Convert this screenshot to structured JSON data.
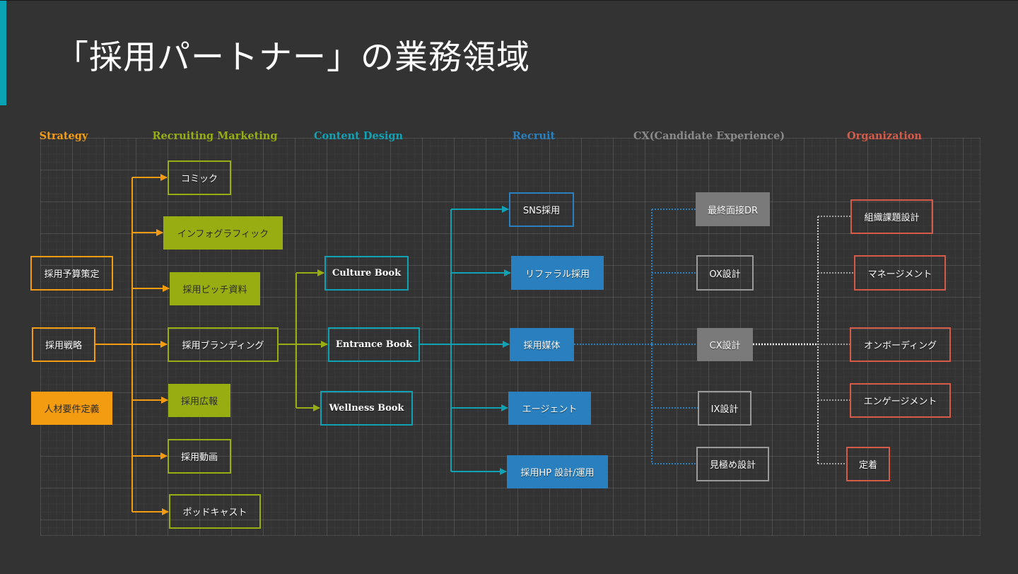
{
  "title": "「採用パートナー」の業務領域",
  "colors": {
    "accent_bar": "#0aa3b5",
    "strategy": "#f39c12",
    "marketing": "#97ad12",
    "content": "#0ea2b4",
    "recruit": "#2a80bf",
    "cx": "#8a8a8a",
    "organization": "#d65a48"
  },
  "columns": [
    {
      "id": "strategy",
      "label": "Strategy"
    },
    {
      "id": "marketing",
      "label": "Recruiting Marketing"
    },
    {
      "id": "content",
      "label": "Content Design"
    },
    {
      "id": "recruit",
      "label": "Recruit"
    },
    {
      "id": "cx",
      "label": "CX(Candidate Experience)"
    },
    {
      "id": "organization",
      "label": "Organization"
    }
  ],
  "nodes": {
    "strategy": [
      {
        "label": "採用予算策定",
        "style": "outline"
      },
      {
        "label": "採用戦略",
        "style": "outline"
      },
      {
        "label": "人材要件定義",
        "style": "filled"
      }
    ],
    "marketing": [
      {
        "label": "コミック",
        "style": "outline"
      },
      {
        "label": "インフォグラフィック",
        "style": "filled"
      },
      {
        "label": "採用ピッチ資料",
        "style": "filled"
      },
      {
        "label": "採用ブランディング",
        "style": "outline"
      },
      {
        "label": "採用広報",
        "style": "filled"
      },
      {
        "label": "採用動画",
        "style": "outline"
      },
      {
        "label": "ポッドキャスト",
        "style": "outline"
      }
    ],
    "content": [
      {
        "label": "Culture Book",
        "style": "outline"
      },
      {
        "label": "Entrance Book",
        "style": "outline"
      },
      {
        "label": "Wellness Book",
        "style": "outline"
      }
    ],
    "recruit": [
      {
        "label": "SNS採用",
        "style": "outline"
      },
      {
        "label": "リファラル採用",
        "style": "filled"
      },
      {
        "label": "採用媒体",
        "style": "filled"
      },
      {
        "label": "エージェント",
        "style": "filled"
      },
      {
        "label": "採用HP 設計/運用",
        "style": "filled"
      }
    ],
    "cx": [
      {
        "label": "最終面接DR",
        "style": "filled"
      },
      {
        "label": "OX設計",
        "style": "outline"
      },
      {
        "label": "CX設計",
        "style": "filled"
      },
      {
        "label": "IX設計",
        "style": "outline"
      },
      {
        "label": "見極め設計",
        "style": "outline"
      }
    ],
    "organization": [
      {
        "label": "組織課題設計",
        "style": "outline"
      },
      {
        "label": "マネージメント",
        "style": "outline"
      },
      {
        "label": "オンボーディング",
        "style": "outline"
      },
      {
        "label": "エンゲージメント",
        "style": "outline"
      },
      {
        "label": "定着",
        "style": "outline"
      }
    ]
  },
  "edges": [
    {
      "from": "採用戦略",
      "to": [
        "コミック",
        "インフォグラフィック",
        "採用ピッチ資料",
        "採用ブランディング",
        "採用広報",
        "採用動画",
        "ポッドキャスト"
      ],
      "type": "arrow",
      "color_key": "strategy"
    },
    {
      "from": "採用ブランディング",
      "to": [
        "Culture Book",
        "Entrance Book",
        "Wellness Book"
      ],
      "type": "arrow",
      "color_key": "marketing"
    },
    {
      "from": "Entrance Book",
      "to": [
        "SNS採用",
        "リファラル採用",
        "採用媒体",
        "エージェント",
        "採用HP 設計/運用"
      ],
      "type": "arrow",
      "color_key": "content"
    },
    {
      "from": "採用媒体",
      "to": [
        "最終面接DR",
        "OX設計",
        "CX設計",
        "IX設計",
        "見極め設計"
      ],
      "type": "dotted",
      "color_key": "recruit"
    },
    {
      "from": "CX設計",
      "to": [
        "組織課題設計",
        "マネージメント",
        "オンボーディング",
        "エンゲージメント",
        "定着"
      ],
      "type": "dotted",
      "color_key": "cx"
    }
  ]
}
